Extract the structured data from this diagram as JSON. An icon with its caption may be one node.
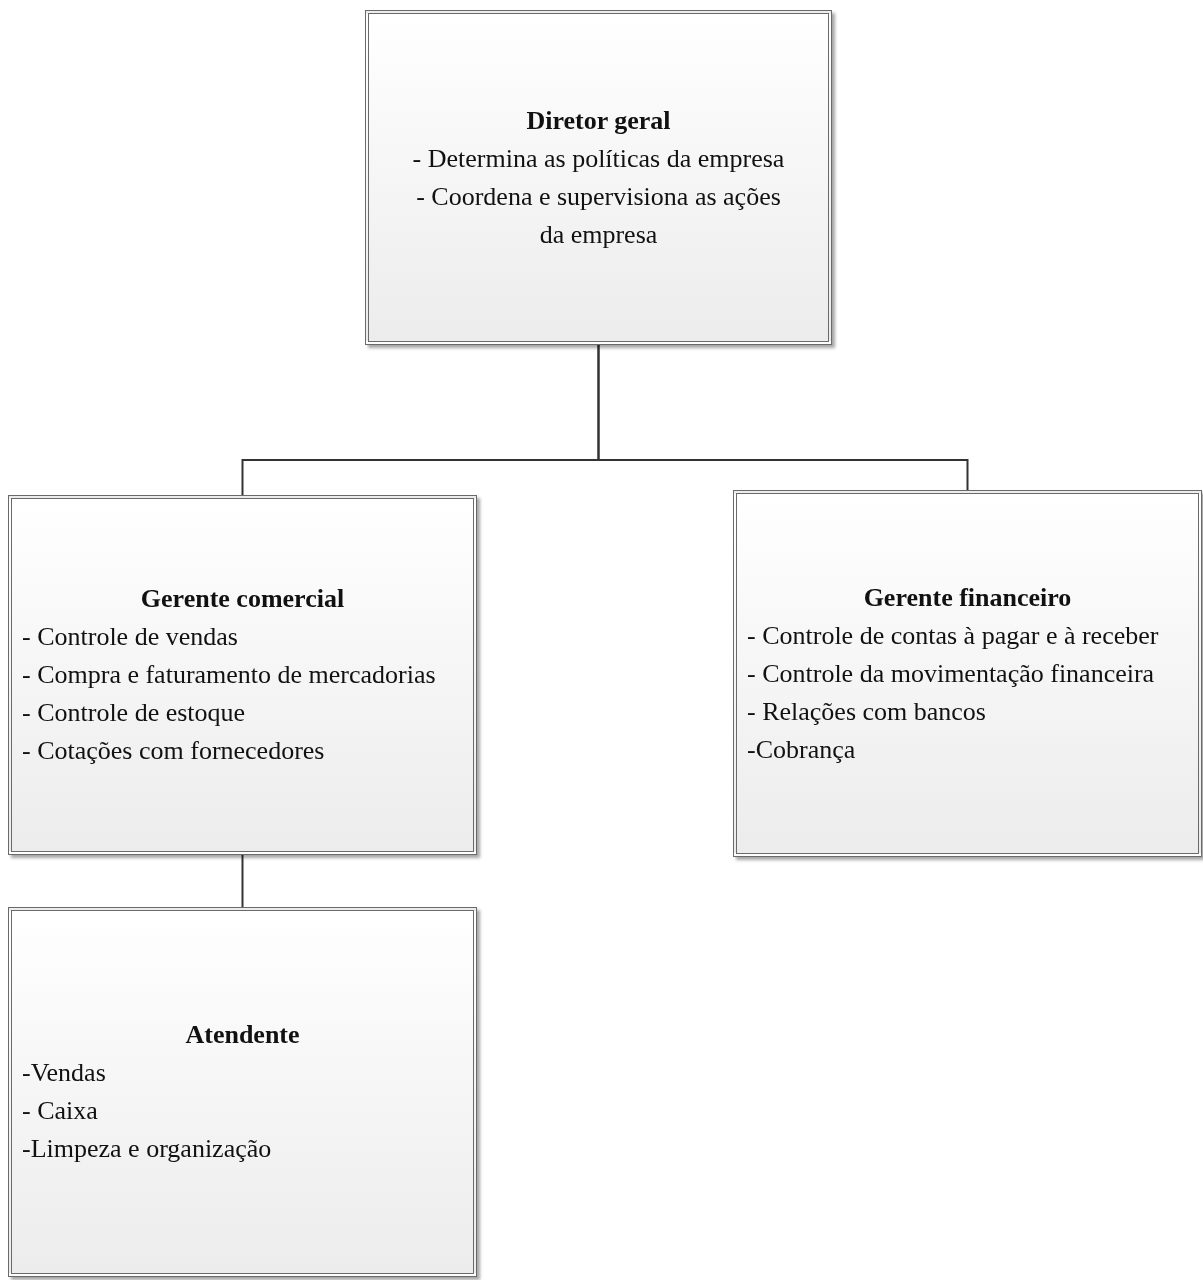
{
  "diagram": {
    "nodes": [
      {
        "text": [
          "Diretor geral",
          "- Determina as políticas da empresa",
          "- Coordena e supervisiona as ações da empresa"
        ]
      },
      {
        "text": [
          "Gerente comercial",
          "- Controle de vendas",
          "- Compra e faturamento de mercadorias",
          "- Controle de estoque",
          "- Cotações com fornecedores"
        ]
      },
      {
        "text": [
          "Gerente financeiro",
          "- Controle de contas à pagar e à receber",
          "- Controle da movimentação financeira",
          "- Relações com bancos",
          "-Cobrança"
        ]
      },
      {
        "text": [
          "Atendente",
          "-Vendas",
          "- Caixa",
          "-Limpeza e organização"
        ]
      }
    ],
    "edges": [
      {
        "from": 0,
        "to": 1,
        "arrow": "none"
      },
      {
        "from": 0,
        "to": 2,
        "arrow": "none"
      },
      {
        "from": 1,
        "to": 3,
        "arrow": "none"
      }
    ]
  }
}
